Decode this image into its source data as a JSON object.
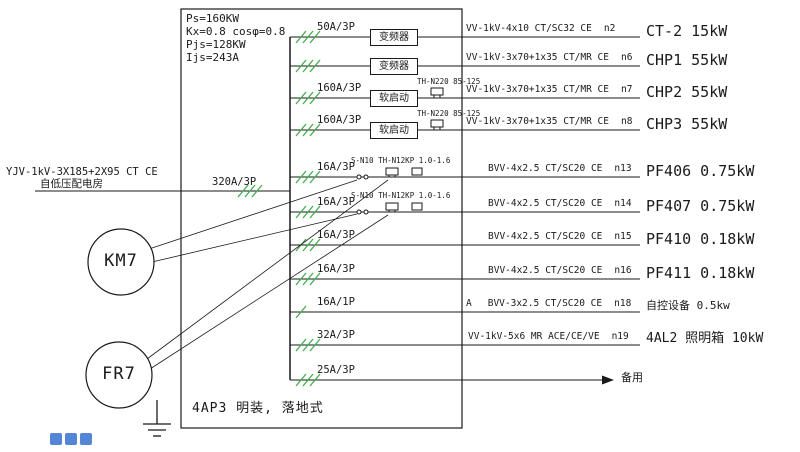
{
  "colors": {
    "switch_mark": "#3fae49",
    "line": "#1a1a1a",
    "watermark": "#2a66cc"
  },
  "source": {
    "cable": "YJV-1kV-3X185+2X95 CT CE",
    "room": "自低压配电房",
    "breaker": "320A/3P"
  },
  "panel": {
    "info": [
      "Ps=160KW",
      "Kx=0.8 cosφ=0.8",
      "Pjs=128KW",
      "Ijs=243A"
    ],
    "label": "4AP3 明装, 落地式"
  },
  "tags": {
    "contactor": "KM7",
    "thermal_relay": "FR7"
  },
  "branches": [
    {
      "breaker": "50A/3P",
      "device": "变频器",
      "relay": "",
      "starter": "",
      "phase": "",
      "cable": "VV-1kV-4x10 CT/SC32 CE",
      "circuit": "n2",
      "load": "CT-2 15kW"
    },
    {
      "breaker": "",
      "device": "变频器",
      "relay": "",
      "starter": "",
      "phase": "",
      "cable": "VV-1kV-3x70+1x35 CT/MR CE",
      "circuit": "n6",
      "load": "CHP1 55kW"
    },
    {
      "breaker": "160A/3P",
      "device": "软启动",
      "relay": "TH-N220 85-125",
      "starter": "",
      "phase": "",
      "cable": "VV-1kV-3x70+1x35 CT/MR CE",
      "circuit": "n7",
      "load": "CHP2 55kW"
    },
    {
      "breaker": "160A/3P",
      "device": "软启动",
      "relay": "TH-N220 85-125",
      "starter": "",
      "phase": "",
      "cable": "VV-1kV-3x70+1x35 CT/MR CE",
      "circuit": "n8",
      "load": "CHP3 55kW"
    },
    {
      "breaker": "16A/3P",
      "device": "",
      "relay": "",
      "starter": "S-N10 TH-N12KP 1.0-1.6",
      "phase": "",
      "cable": "BVV-4x2.5 CT/SC20 CE",
      "circuit": "n13",
      "load": "PF406 0.75kW"
    },
    {
      "breaker": "16A/3P",
      "device": "",
      "relay": "",
      "starter": "S-N10 TH-N12KP 1.0-1.6",
      "phase": "",
      "cable": "BVV-4x2.5 CT/SC20 CE",
      "circuit": "n14",
      "load": "PF407 0.75kW"
    },
    {
      "breaker": "16A/3P",
      "device": "",
      "relay": "",
      "starter": "",
      "phase": "",
      "cable": "BVV-4x2.5 CT/SC20 CE",
      "circuit": "n15",
      "load": "PF410 0.18kW"
    },
    {
      "breaker": "16A/3P",
      "device": "",
      "relay": "",
      "starter": "",
      "phase": "",
      "cable": "BVV-4x2.5 CT/SC20 CE",
      "circuit": "n16",
      "load": "PF411 0.18kW"
    },
    {
      "breaker": "16A/1P",
      "device": "",
      "relay": "",
      "starter": "",
      "phase": "A",
      "cable": "BVV-3x2.5 CT/SC20 CE",
      "circuit": "n18",
      "load": "自控设备 0.5kw"
    },
    {
      "breaker": "32A/3P",
      "device": "",
      "relay": "",
      "starter": "",
      "phase": "",
      "cable": "VV-1kV-5x6 MR ACE/CE/VE",
      "circuit": "n19",
      "load": "4AL2 照明箱 10kW"
    },
    {
      "breaker": "25A/3P",
      "device": "",
      "relay": "",
      "starter": "",
      "phase": "",
      "cable": "",
      "circuit": "",
      "load": "备用"
    }
  ]
}
